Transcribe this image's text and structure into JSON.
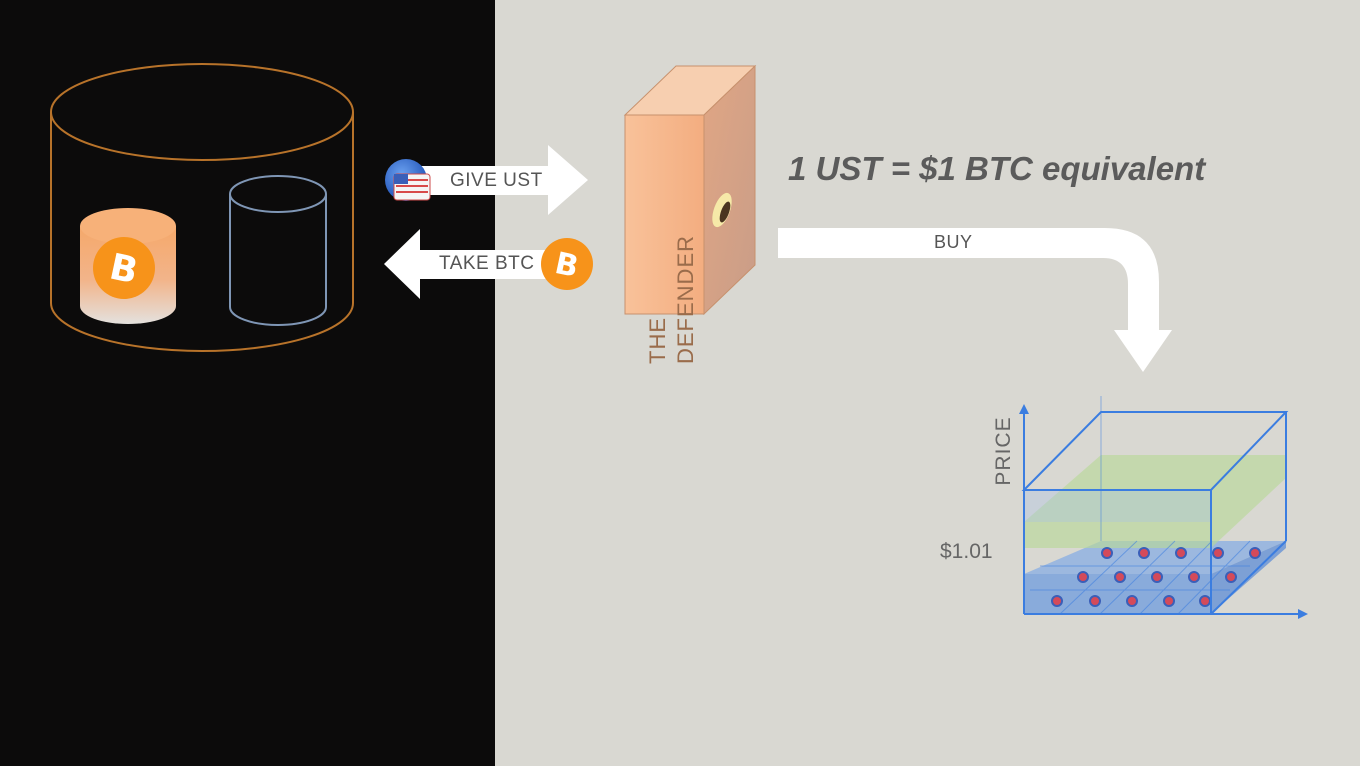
{
  "arrows": {
    "give_label": "GIVE UST",
    "take_label": "TAKE BTC",
    "buy_label": "BUY"
  },
  "defender": {
    "label": "THE\nDEFENDER"
  },
  "equation": "1 UST = $1 BTC equivalent",
  "price_chart": {
    "axis_label": "PRICE",
    "tick_label": "$1.01"
  },
  "icons": [
    "database-cylinder-icon",
    "bitcoin-icon",
    "ust-coin-icon",
    "defender-box-icon"
  ],
  "colors": {
    "left_background": "#0c0b0b",
    "right_background": "#d9d8d2",
    "reserve_outline": "#b8732a",
    "bitcoin_orange": "#f7931a",
    "defender_orange": "#f5b488",
    "chart_blue": "#3b7de0",
    "chart_green": "#b9d99a"
  }
}
